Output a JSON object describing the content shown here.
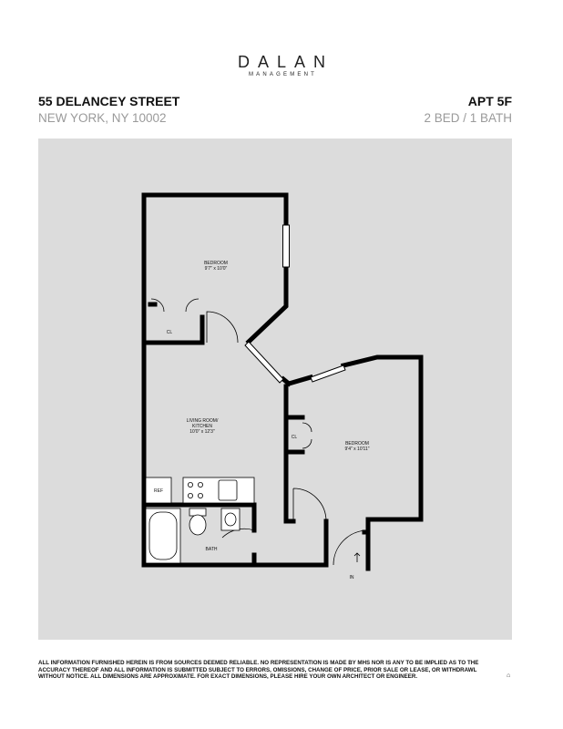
{
  "logo": {
    "name": "DALAN",
    "tagline": "MANAGEMENT"
  },
  "address": {
    "street": "55 DELANCEY STREET",
    "city": "NEW YORK, NY 10002"
  },
  "unit": {
    "apt": "APT 5F",
    "layout": "2 BED / 1 BATH"
  },
  "floorplan": {
    "rooms": [
      {
        "label": "BEDROOM",
        "dims": "9'7\" x 10'0\""
      },
      {
        "label": "LIVING ROOM/",
        "label2": "KITCHEN",
        "dims": "10'0\" x 12'3\""
      },
      {
        "label": "BEDROOM",
        "dims": "9'4\" x 10'11\""
      },
      {
        "label": "BATH"
      }
    ],
    "closets": [
      "CL",
      "CL"
    ],
    "fixtures": {
      "refrigerator": "REF"
    },
    "entry": "IN"
  },
  "disclaimer": "ALL INFORMATION FURNISHED HEREIN IS FROM SOURCES DEEMED RELIABLE. NO REPRESENTATION IS  MADE BY MHS NOR IS ANY TO BE IMPLIED AS TO THE ACCURACY THEREOF AND ALL INFORMATION IS SUBMITTED SUBJECT TO ERRORS, OMISSIONS, CHANGE OF PRICE, PRIOR SALE OR LEASE, OR WITHDRAWL WITHOUT NOTICE. ALL DIMENSIONS ARE APPROXIMATE. FOR EXACT DIMENSIONS, PLEASE HIRE YOUR OWN ARCHITECT OR ENGINEER.",
  "footer_icon": "equal-housing-icon"
}
